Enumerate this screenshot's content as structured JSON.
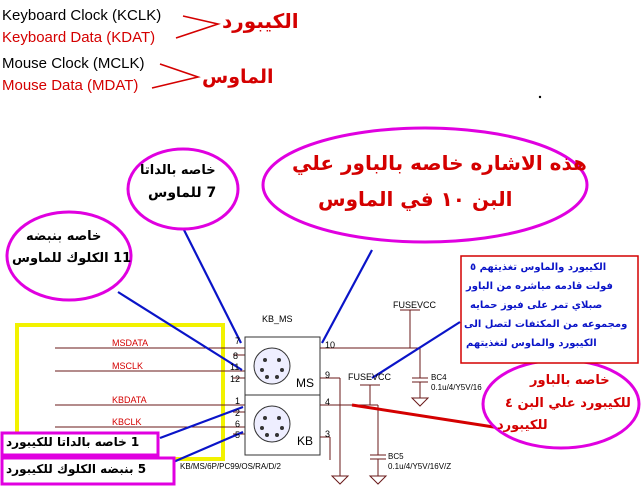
{
  "legend": {
    "kbd_clock": "Keyboard Clock (KCLK)",
    "kbd_data": "Keyboard Data (KDAT)",
    "kbd_group_ar": "الكيبورد",
    "mouse_clock": "Mouse Clock (MCLK)",
    "mouse_data": "Mouse Data (MDAT)",
    "mouse_group_ar": "الماوس"
  },
  "bubbles": {
    "mouse_data_line1": "خاصه بالداتا",
    "mouse_data_line2": "7 للماوس",
    "mouse_clock_line1": "خاصه بنبضه",
    "mouse_clock_line2": "11 الكلوك للماوس",
    "power_line1": "هذه الاشاره خاصه بالباور علي",
    "power_line2": "البن ١٠ في الماوس",
    "kb_power_line1": "خاصه بالباور",
    "kb_power_line2": "للكيبورد علي البن ٤",
    "kb_power_line3": "للكيبورد"
  },
  "boxes": {
    "kb_data_note": "1 خاصه بالداتا للكيبورد",
    "kb_clock_note": "5 بنبضه الكلوك للكيبورد"
  },
  "note": {
    "line1": "الكيبورد والماوس تغذيتهم ٥",
    "line2": "فولت قادمه مباشره من الباور",
    "line3": "صبلاي تمر على فيوز حمايه",
    "line4": "ومجموعه من المكثفات لتصل الى",
    "line5": "الكيبورد والماوس لتغذيتهم"
  },
  "schematic": {
    "nets": [
      "MSDATA",
      "MSCLK",
      "KBDATA",
      "KBCLK"
    ],
    "connector_ref": "KB_MS",
    "connector_part": "KB/MS/6P/PC99/OS/RA/D/2",
    "ms_label": "MS",
    "kb_label": "KB",
    "pins_left": [
      "8",
      "11",
      "12",
      "1",
      "2",
      "6",
      "5"
    ],
    "pin_7": "7",
    "pin_10": "10",
    "pin_9": "9",
    "pin_4": "4",
    "pin_3": "3",
    "fuse1": "FUSEVCC",
    "fuse2": "FUSEVCC",
    "bc4_ref": "BC4",
    "bc4_val": "0.1u/4/Y5V/16",
    "bc5_ref": "BC5",
    "bc5_val": "0.1u/4/Y5V/16V/Z"
  },
  "colors": {
    "red": "#d40000",
    "blue": "#0a14c8",
    "magenta": "#e000e0",
    "yellow": "#f2f200",
    "dark_red": "#6a1a1a"
  }
}
